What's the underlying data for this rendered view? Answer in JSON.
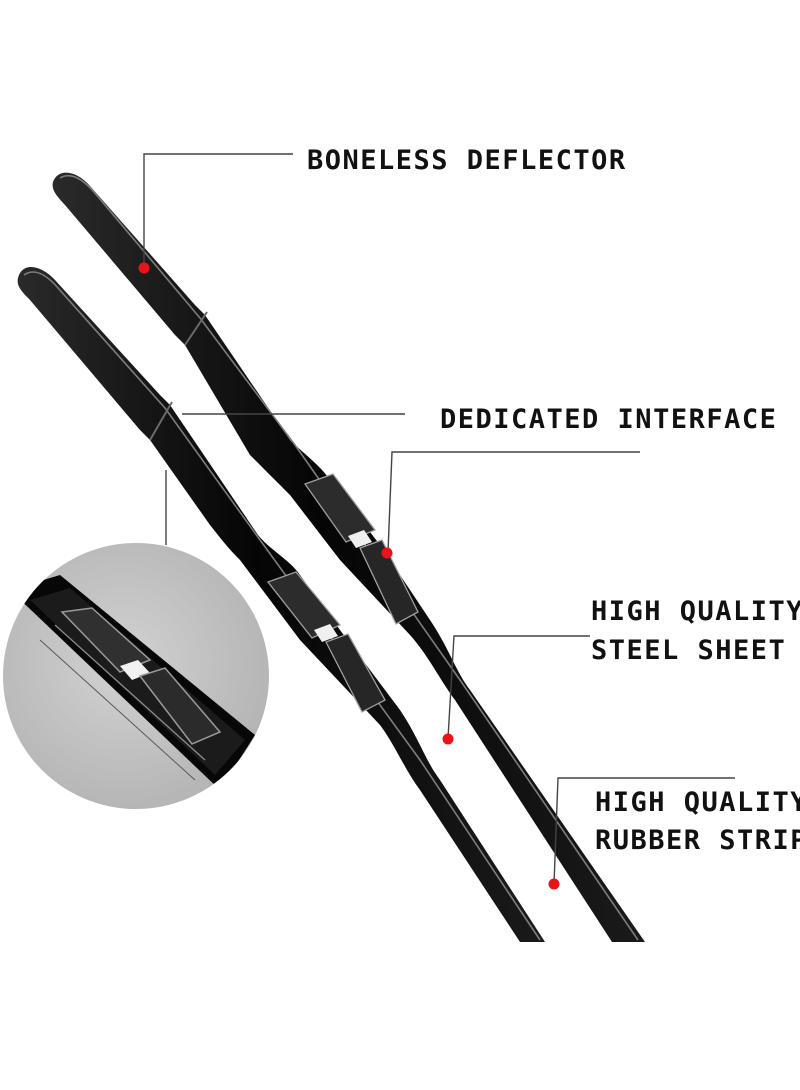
{
  "callouts": {
    "boneless_deflector": "BONELESS DEFLECTOR",
    "dedicated_interface": "DEDICATED INTERFACE",
    "steel_sheet_line1": "HIGH QUALITY",
    "steel_sheet_line2": "STEEL SHEET",
    "rubber_strip_line1": "HIGH QUALITY",
    "rubber_strip_line2": "RUBBER STRIP"
  },
  "colors": {
    "background": "#ffffff",
    "blade": "#0a0a0a",
    "blade_highlight": "#8a8a8a",
    "marker_dot": "#e8141a",
    "leader_line": "#444444",
    "zoom_circle": "#c4c4c4"
  },
  "icons": {
    "marker": "red-dot",
    "products": "wiper-blade-pair"
  }
}
